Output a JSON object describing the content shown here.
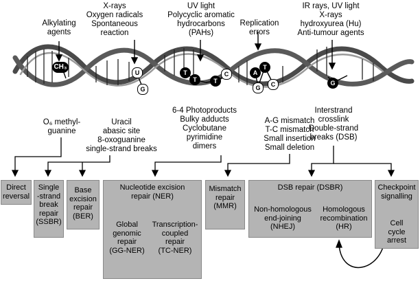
{
  "damage_sources": [
    {
      "id": "alkylating",
      "text": "Alkylating\nagents"
    },
    {
      "id": "oxidative",
      "text": "X-rays\nOxygen radicals\nSpontaneous\nreaction"
    },
    {
      "id": "uv",
      "text": "UV light\nPolycyclic aromatic\nhydrocarbons\n(PAHs)"
    },
    {
      "id": "replication",
      "text": "Replication\nerrors"
    },
    {
      "id": "ionizing",
      "text": "IR rays, UV light\nX-rays\nhydroxyurea (Hu)\nAnti-tumour agents"
    }
  ],
  "lesions": [
    {
      "id": "o6",
      "text": "O₆ methyl-\nguanine"
    },
    {
      "id": "uracil",
      "text": "Uracil\nabasic site\n8-oxoguanine\nsingle-strand breaks"
    },
    {
      "id": "photoproducts",
      "text": "6-4 Photoproducts\nBulky adducts\nCyclobutane\npyrimidine\ndimers"
    },
    {
      "id": "mismatch",
      "text": "A-G mismatch\nT-C mismatch\nSmall insertion\nSmall deletion"
    },
    {
      "id": "crosslink",
      "text": "Interstrand\ncrosslink\nDouble-strand\nbreaks (DSB)"
    }
  ],
  "dna_labels": {
    "methyl": "CH₃",
    "u": "U",
    "g1": "G",
    "t1": "T",
    "t2": "T",
    "t3": "T",
    "c1": "C",
    "a": "A",
    "g2": "G",
    "t4": "T",
    "c2": "C",
    "g3": "G"
  },
  "repair": {
    "direct": "Direct\nreversal",
    "ssbr": "Single\n-strand\nbreak\nrepair\n(SSBR)",
    "ber": "Base\nexcision\nrepair\n(BER)",
    "ner": "Nucleotide excision\nrepair (NER)",
    "gg_ner": "Global\ngenomic\nrepair\n(GG-NER)",
    "tc_ner": "Transcription-\ncoupled\nrepair\n(TC-NER)",
    "mmr": "Mismatch\nrepair\n(MMR)",
    "dsbr": "DSB repair (DSBR)",
    "nhej": "Non-homologous\nend-joining\n(NHEJ)",
    "hr": "Homologous\nrecombination\n(HR)",
    "checkpoint": "Checkpoint\nsignalling",
    "arrest": "Cell\ncycle\narrest"
  }
}
